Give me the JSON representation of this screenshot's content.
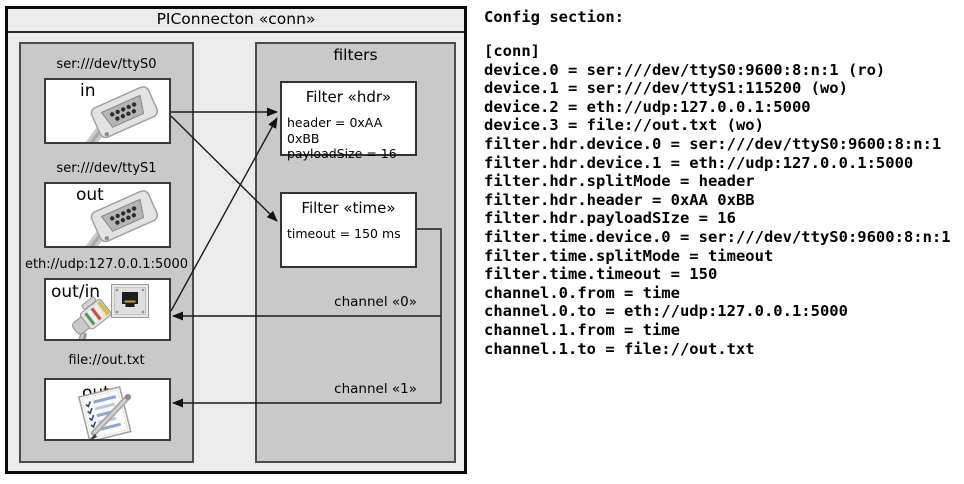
{
  "frame": {
    "title": "PIConnecton «conn»"
  },
  "devices": [
    {
      "uri": "ser:///dev/ttyS0",
      "port": "in"
    },
    {
      "uri": "ser:///dev/ttyS1",
      "port": "out"
    },
    {
      "uri": "eth://udp:127.0.0.1:5000",
      "port": "out/in"
    },
    {
      "uri": "file://out.txt",
      "port": "out"
    }
  ],
  "filters_panel": {
    "title": "filters",
    "filters": [
      {
        "title": "Filter «hdr»",
        "props": [
          "header = 0xAA 0xBB",
          "payloadSize = 16"
        ]
      },
      {
        "title": "Filter «time»",
        "props": [
          "timeout = 150 ms"
        ]
      }
    ]
  },
  "channels": [
    {
      "label": "channel «0»"
    },
    {
      "label": "channel «1»"
    }
  ],
  "config": {
    "heading": "Config section:",
    "lines": [
      "[conn]",
      "device.0 = ser:///dev/ttyS0:9600:8:n:1 (ro)",
      "device.1 = ser:///dev/ttyS1:115200 (wo)",
      "device.2 = eth://udp:127.0.0.1:5000",
      "device.3 = file://out.txt (wo)",
      "filter.hdr.device.0 = ser:///dev/ttyS0:9600:8:n:1",
      "filter.hdr.device.1 = eth://udp:127.0.0.1:5000",
      "filter.hdr.splitMode = header",
      "filter.hdr.header = 0xAA 0xBB",
      "filter.hdr.payloadSIze = 16",
      "filter.time.device.0 = ser:///dev/ttyS0:9600:8:n:1",
      "filter.time.splitMode = timeout",
      "filter.time.timeout = 150",
      "channel.0.from = time",
      "channel.0.to = eth://udp:127.0.0.1:5000",
      "channel.1.from = time",
      "channel.1.to = file://out.txt"
    ]
  },
  "colors": {
    "frame_bg": "#ececec",
    "panel_bg": "#c9c9c9",
    "line": "#1b1b1b"
  }
}
